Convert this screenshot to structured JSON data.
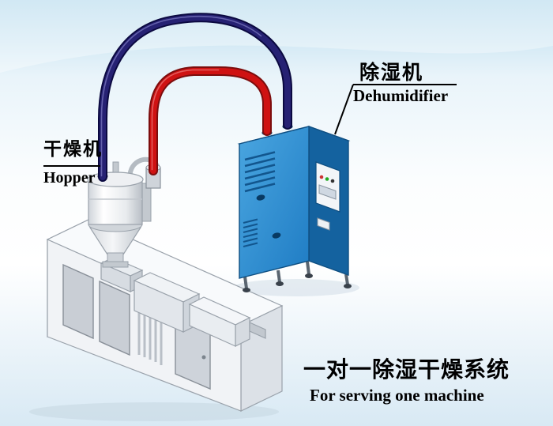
{
  "labels": {
    "hopper": {
      "cn": "干燥机",
      "en": "Hopper"
    },
    "dehumidifier": {
      "cn": "除湿机",
      "en": "Dehumidifier"
    },
    "caption": {
      "cn": "一对一除湿干燥系统",
      "en": "For serving one machine"
    }
  },
  "colors": {
    "pipe_hot": "#cf1212",
    "pipe_hot_edge": "#7c0d0d",
    "pipe_cold": "#262173",
    "pipe_cold_edge": "#0b0940",
    "cabinet_front": "#2e93d6",
    "cabinet_side": "#14629f",
    "cabinet_top": "#62aee2",
    "cabinet_edge": "#0f4f82",
    "machine_light": "#f1f3f6",
    "machine_mid": "#dce1e7",
    "machine_edge": "#9aa2ab",
    "label_text": "#000000",
    "bg_top": "#b9dcee",
    "bg_bottom": "#d8e9f4"
  }
}
